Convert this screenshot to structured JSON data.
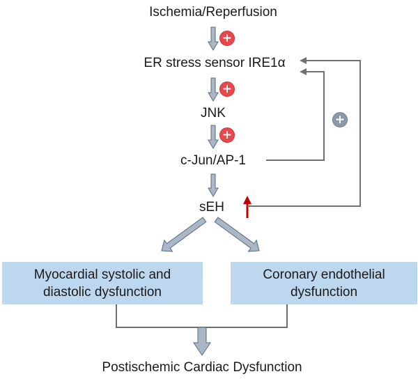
{
  "nodes": {
    "ischemia": "Ischemia/Reperfusion",
    "ire1a": "ER stress sensor IRE1α",
    "jnk": "JNK",
    "cjun": "c-Jun/AP-1",
    "seh": "sEH",
    "box_left_line1": "Myocardial systolic and",
    "box_left_line2": "diastolic dysfunction",
    "box_right_line1": "Coronary endothelial",
    "box_right_line2": "dysfunction",
    "outcome": "Postischemic Cardiac Dysfunction"
  },
  "symbols": {
    "plus": "+"
  },
  "colors": {
    "arrow_fill": "#a9b7c6",
    "arrow_stroke": "#5b6b7b",
    "box_fill": "#bdd7ee",
    "feedback_line": "#707070",
    "activation_badge": "#e8474c",
    "feedback_badge": "#8a99a8",
    "up_arrow": "#c00000"
  }
}
